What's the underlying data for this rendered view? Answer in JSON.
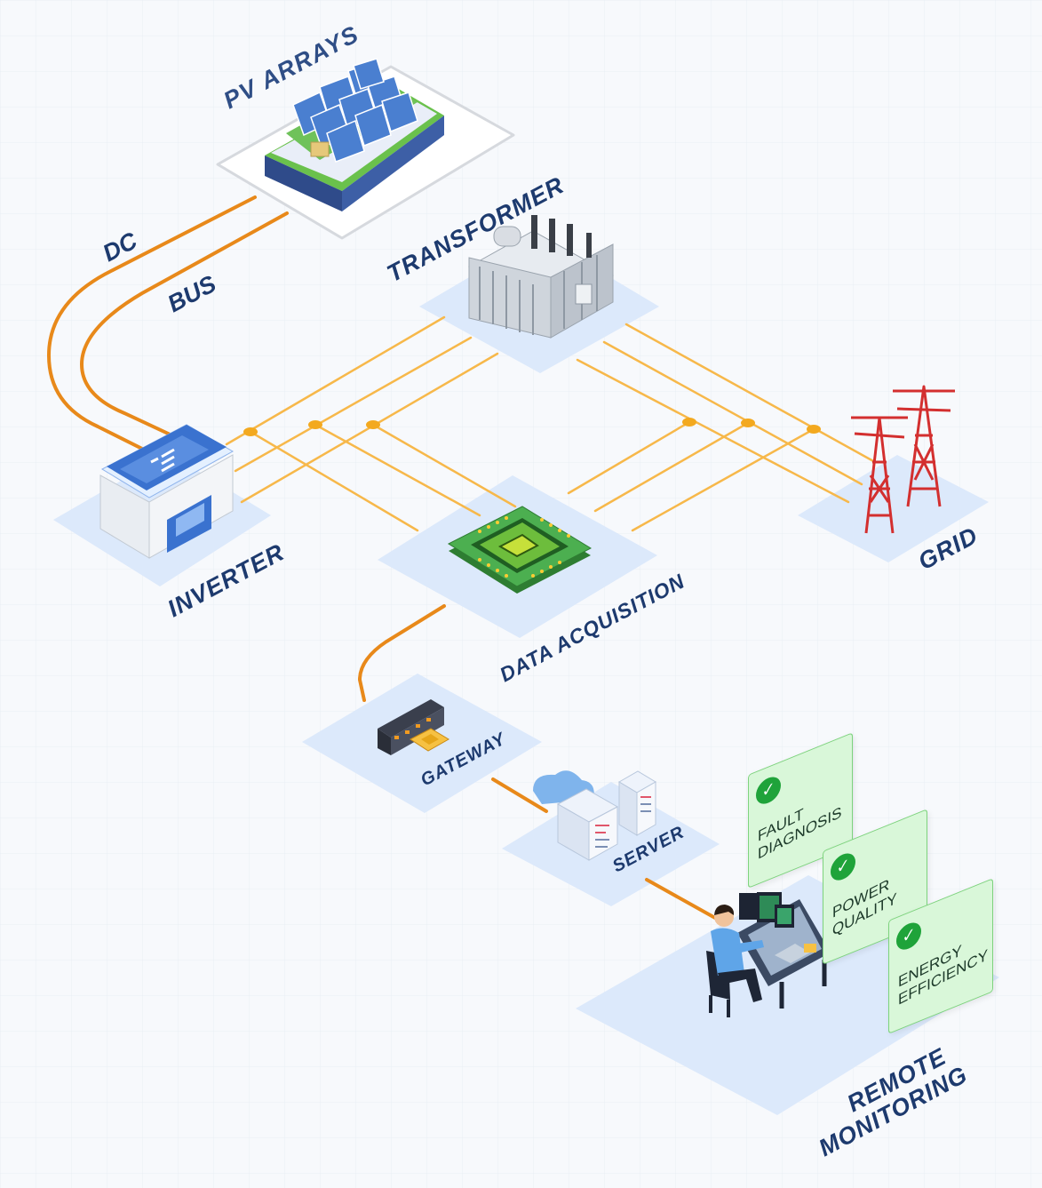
{
  "labels": {
    "pv_arrays": "PV ARRAYS",
    "dc": "DC",
    "bus": "BUS",
    "transformer": "TRANSFORMER",
    "inverter": "INVERTER",
    "grid": "GRID",
    "data_acquisition": "DATA ACQUISITION",
    "gateway": "GATEWAY",
    "server": "SERVER",
    "remote_monitoring_line1": "REMOTE",
    "remote_monitoring_line2": "MONITORING"
  },
  "cards": [
    {
      "line1": "FAULT",
      "line2": "DIAGNOSIS",
      "icon": "check-icon"
    },
    {
      "line1": "POWER",
      "line2": "QUALITY",
      "icon": "check-icon"
    },
    {
      "line1": "ENERGY",
      "line2": "EFFICIENCY",
      "icon": "check-icon"
    }
  ],
  "colors": {
    "dc_bus": "#e8891a",
    "ac_lines": "#f7b84a",
    "tile": "#dce9fb",
    "label": "#1d3a6e",
    "card_bg": "#d9f7d9",
    "card_border": "#7ed37e",
    "check": "#1fa33a"
  }
}
